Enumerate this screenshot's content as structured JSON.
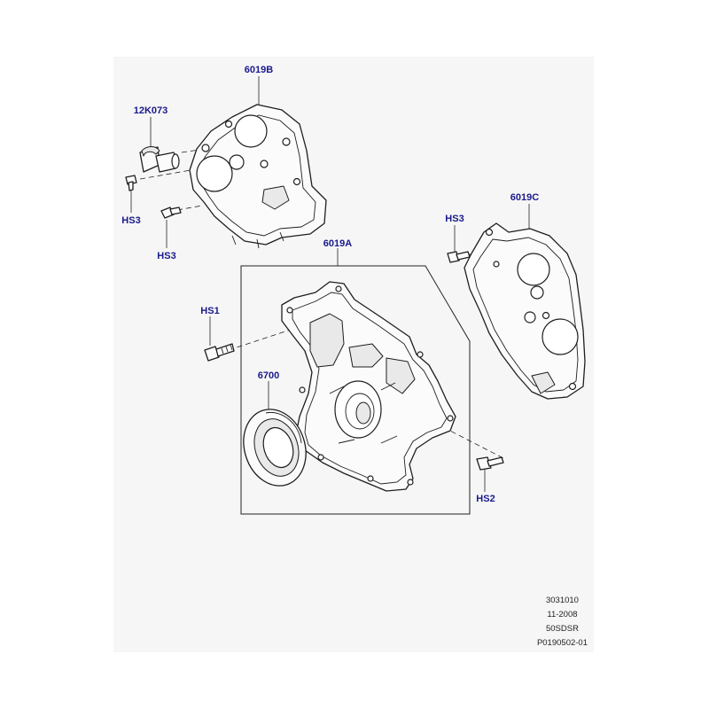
{
  "callouts": {
    "front_cover_upper_left": "6019B",
    "pipe_fitting": "12K073",
    "bolt_left_fitting": "HS3",
    "bolt_left_lower": "HS3",
    "front_cover_main": "6019A",
    "bolt_right_cover": "HS3",
    "front_cover_right": "6019C",
    "bolt_main_left": "HS1",
    "oil_seal": "6700",
    "bolt_main_right": "HS2"
  },
  "reference_block": [
    "3031010",
    "11-2008",
    "50SDSR",
    "P0190502-01"
  ]
}
